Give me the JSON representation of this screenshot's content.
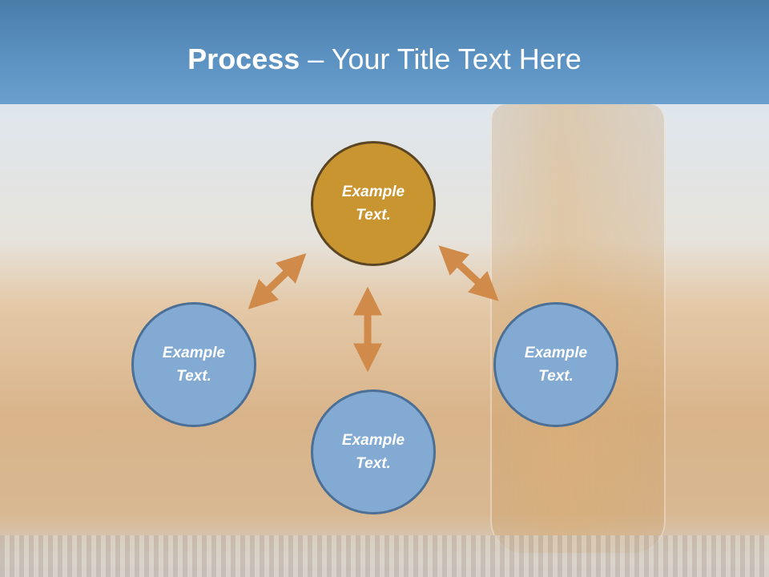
{
  "slide": {
    "title_bold": "Process",
    "title_rest": " – Your Title Text Here"
  },
  "nodes": {
    "center": "Example Text.",
    "left": "Example Text.",
    "right": "Example Text.",
    "bottom": "Example Text."
  },
  "colors": {
    "header": "#5d93c3",
    "center_fill": "#c99531",
    "center_border": "#5b4522",
    "outer_fill": "#82aad3",
    "outer_border": "#4c6f95",
    "arrow": "#d08a4a"
  }
}
